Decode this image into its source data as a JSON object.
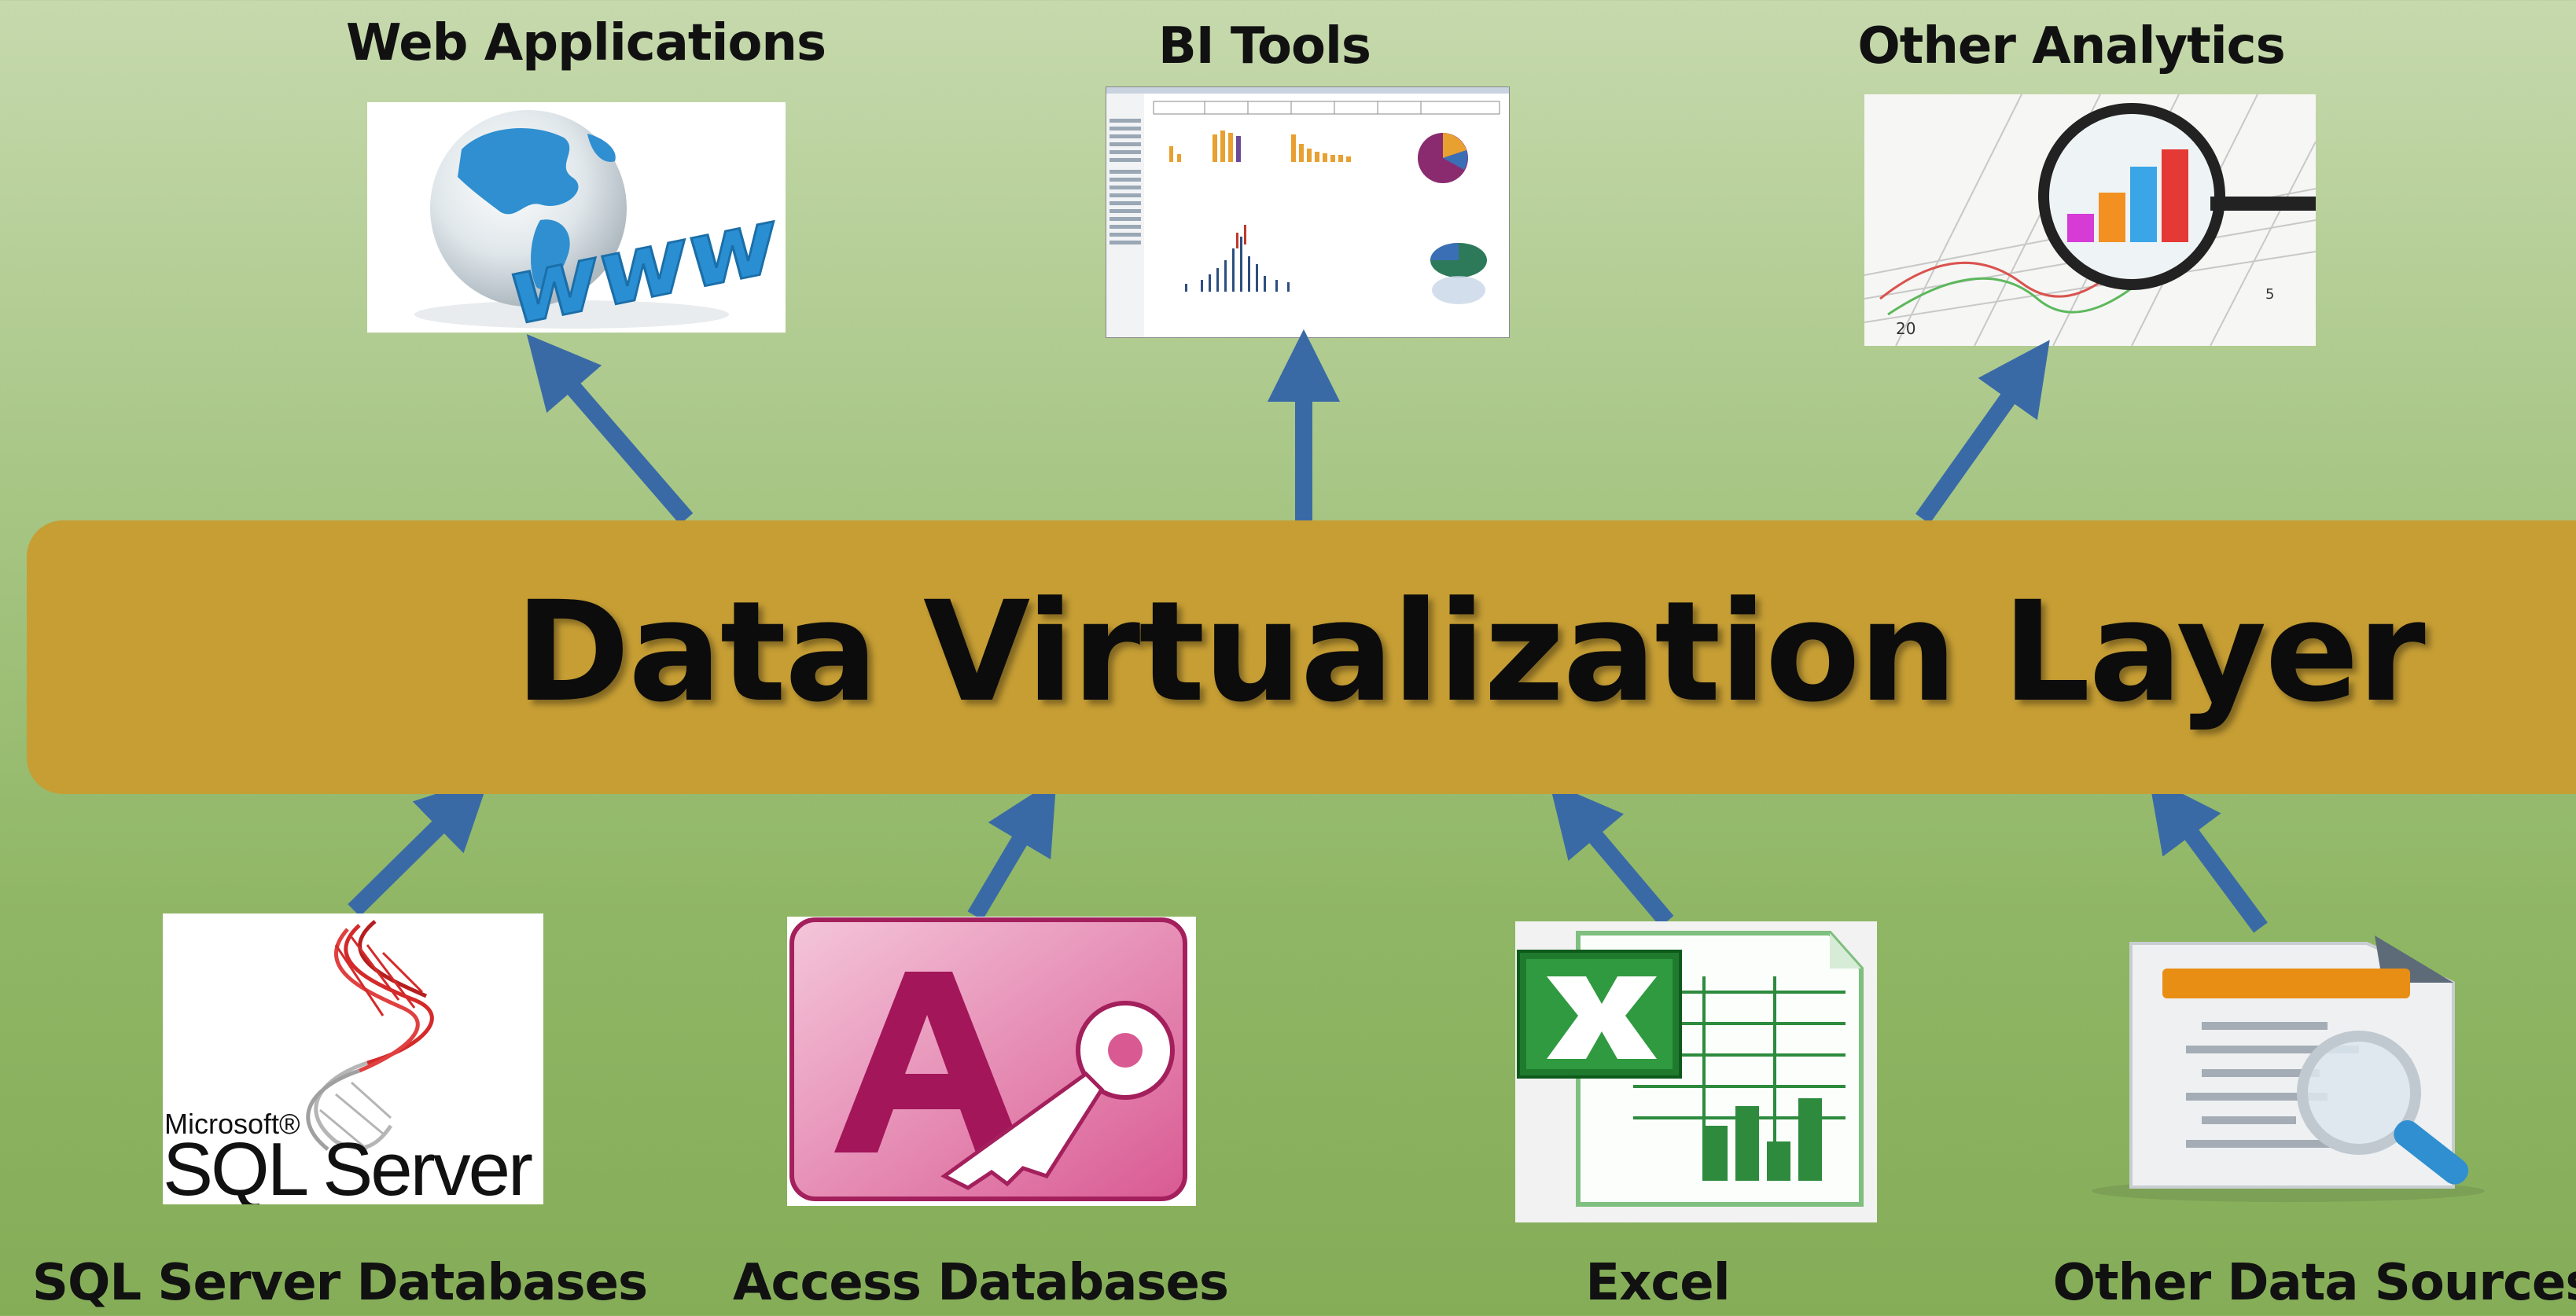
{
  "diagram": {
    "layer_title": "Data Virtualization Layer",
    "consumers": [
      {
        "label": "Web Applications",
        "icon": "globe-www-icon"
      },
      {
        "label": "BI Tools",
        "icon": "bi-dashboard-icon"
      },
      {
        "label": "Other Analytics",
        "icon": "magnifier-chart-icon"
      }
    ],
    "sources": [
      {
        "label": "SQL Server Databases",
        "icon": "sql-server-logo-icon",
        "logo_text": [
          "Microsoft®",
          "SQL Server"
        ]
      },
      {
        "label": "Access Databases",
        "icon": "access-logo-icon"
      },
      {
        "label": "Excel",
        "icon": "excel-logo-icon"
      },
      {
        "label": "Other Data Sources",
        "icon": "document-search-icon"
      }
    ],
    "colors": {
      "background_top": "#c6d9ad",
      "background_bottom": "#85ad58",
      "layer": "#c69e34",
      "arrow": "#3a6aa6"
    }
  }
}
